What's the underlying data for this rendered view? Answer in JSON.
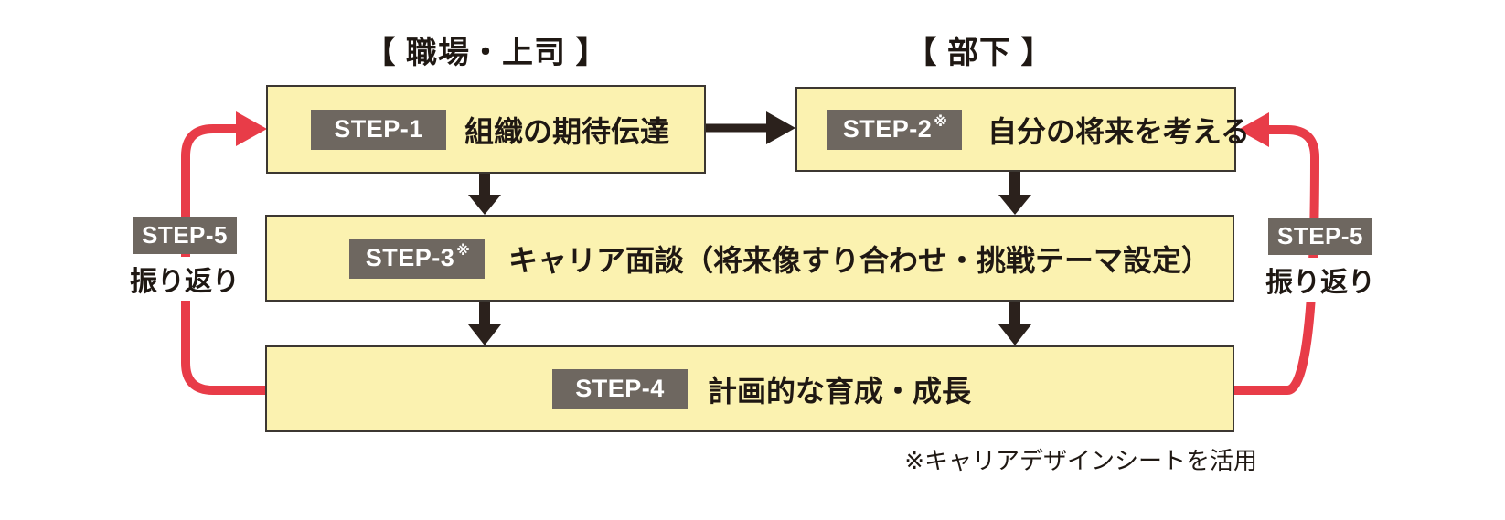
{
  "colors": {
    "box-fill": "#FBF2B0",
    "box-border": "#3C3731",
    "badge-bg": "#6E6760",
    "badge-text": "#FFFFFF",
    "arrow-black": "#2B211C",
    "arrow-red": "#E83C48",
    "text": "#1F1813",
    "background": "#FFFFFF"
  },
  "diagram": {
    "columns": [
      {
        "id": "workplace-boss",
        "label": "【 職場・上司 】"
      },
      {
        "id": "subordinate",
        "label": "【 部下 】"
      }
    ],
    "steps": [
      {
        "id": "step1",
        "badge": "STEP-1",
        "badge_note": "",
        "title": "組織の期待伝達"
      },
      {
        "id": "step2",
        "badge": "STEP-2",
        "badge_note": "※",
        "title": "自分の将来を考える"
      },
      {
        "id": "step3",
        "badge": "STEP-3",
        "badge_note": "※",
        "title": "キャリア面談（将来像すり合わせ・挑戦テーマ設定）"
      },
      {
        "id": "step4",
        "badge": "STEP-4",
        "badge_note": "",
        "title": "計画的な育成・成長"
      },
      {
        "id": "step5",
        "badge": "STEP-5",
        "badge_note": "",
        "title": "振り返り"
      }
    ],
    "footnote": "※キャリアデザインシートを活用"
  }
}
